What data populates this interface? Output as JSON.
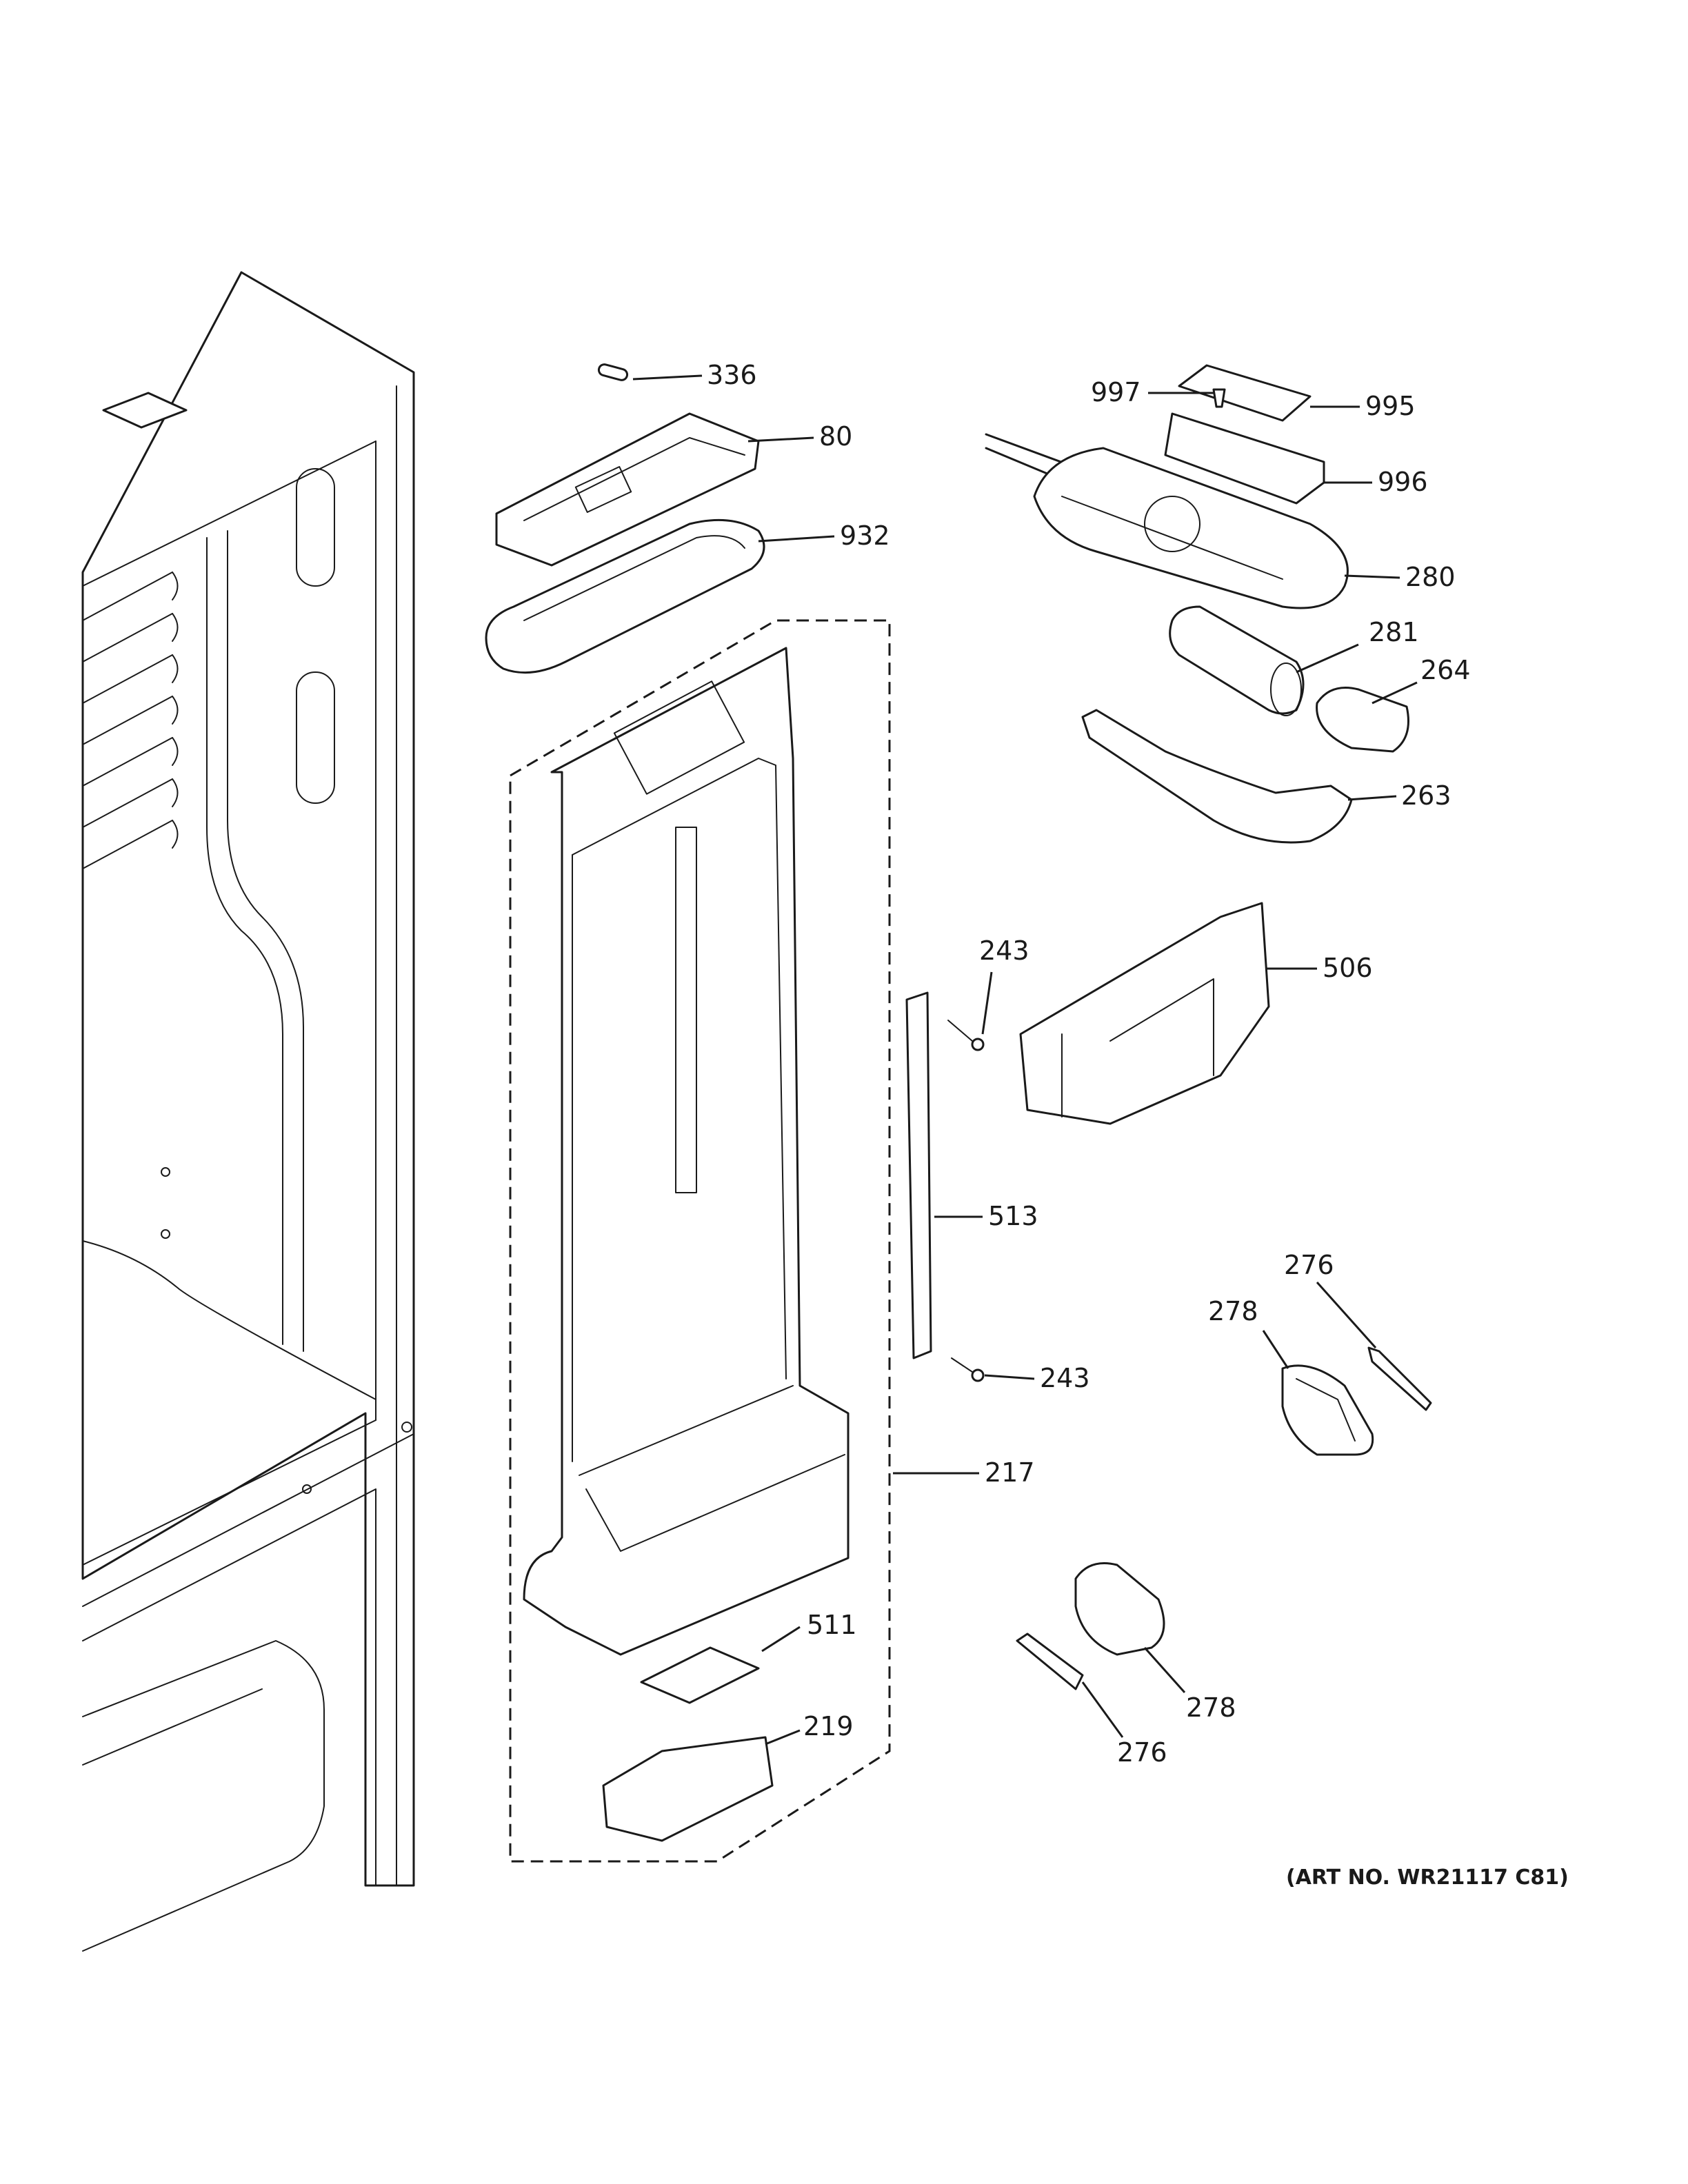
{
  "diagram": {
    "art_number": "(ART NO. WR21117 C81)",
    "colors": {
      "ink": "#1a1a1a",
      "background": "#ffffff"
    },
    "callouts": [
      {
        "id": "c336",
        "label": "336"
      },
      {
        "id": "c80",
        "label": "80"
      },
      {
        "id": "c932",
        "label": "932"
      },
      {
        "id": "c997",
        "label": "997"
      },
      {
        "id": "c995",
        "label": "995"
      },
      {
        "id": "c996",
        "label": "996"
      },
      {
        "id": "c280",
        "label": "280"
      },
      {
        "id": "c281",
        "label": "281"
      },
      {
        "id": "c264",
        "label": "264"
      },
      {
        "id": "c263",
        "label": "263"
      },
      {
        "id": "c243a",
        "label": "243"
      },
      {
        "id": "c506",
        "label": "506"
      },
      {
        "id": "c513",
        "label": "513"
      },
      {
        "id": "c243b",
        "label": "243"
      },
      {
        "id": "c217",
        "label": "217"
      },
      {
        "id": "c276a",
        "label": "276"
      },
      {
        "id": "c278a",
        "label": "278"
      },
      {
        "id": "c511",
        "label": "511"
      },
      {
        "id": "c219",
        "label": "219"
      },
      {
        "id": "c278b",
        "label": "278"
      },
      {
        "id": "c276b",
        "label": "276"
      }
    ]
  }
}
